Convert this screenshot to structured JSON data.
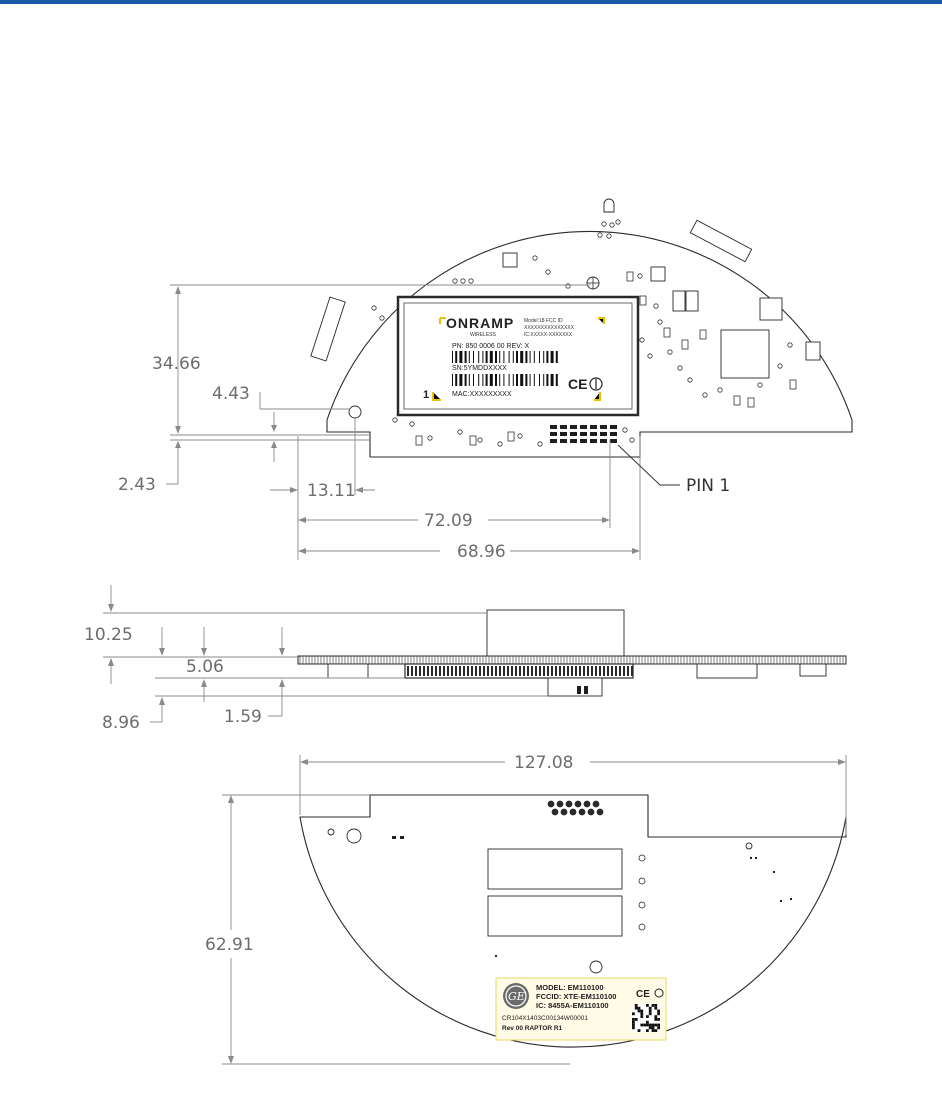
{
  "colors": {
    "top_bar": "#1b5aa8",
    "dimension": "#6d6d6d",
    "outline": "#2a2a2a",
    "label_bg": "#fffbe6"
  },
  "top_view": {
    "dims": {
      "d_34_66": "34.66",
      "d_4_43": "4.43",
      "d_2_43": "2.43",
      "d_13_11": "13.11",
      "d_72_09": "72.09",
      "d_68_96": "68.96"
    },
    "pin_label": "PIN 1",
    "module_label": {
      "brand": "ONRAMP",
      "brand_sub": "WIRELESS",
      "model_lines": [
        "Model:18 FCC ID",
        "XXXXXXXXXXXXXXX",
        "IC:XXXXX-XXXXXXX"
      ],
      "pn": "PN: 850 0006 00  REV: X",
      "sn": "SN:5YMDDXXXX",
      "mac": "MAC:XXXXXXXXX",
      "pin_mark": "1",
      "ce_mark": "CE"
    }
  },
  "side_view": {
    "dims": {
      "d_10_25": "10.25",
      "d_5_06": "5.06",
      "d_8_96": "8.96",
      "d_1_59": "1.59"
    }
  },
  "bottom_view": {
    "dims": {
      "d_127_08": "127.08",
      "d_62_91": "62.91"
    },
    "product_label": {
      "lines": [
        "MODEL: EM110100",
        "FCCID: XTE-EM110100",
        "IC: 8455A-EM110100",
        "CR104X1403C00134W00001",
        "Rev 00 RAPTOR R1"
      ],
      "ce_mark": "CE",
      "logo": "GE-logo-icon"
    }
  }
}
